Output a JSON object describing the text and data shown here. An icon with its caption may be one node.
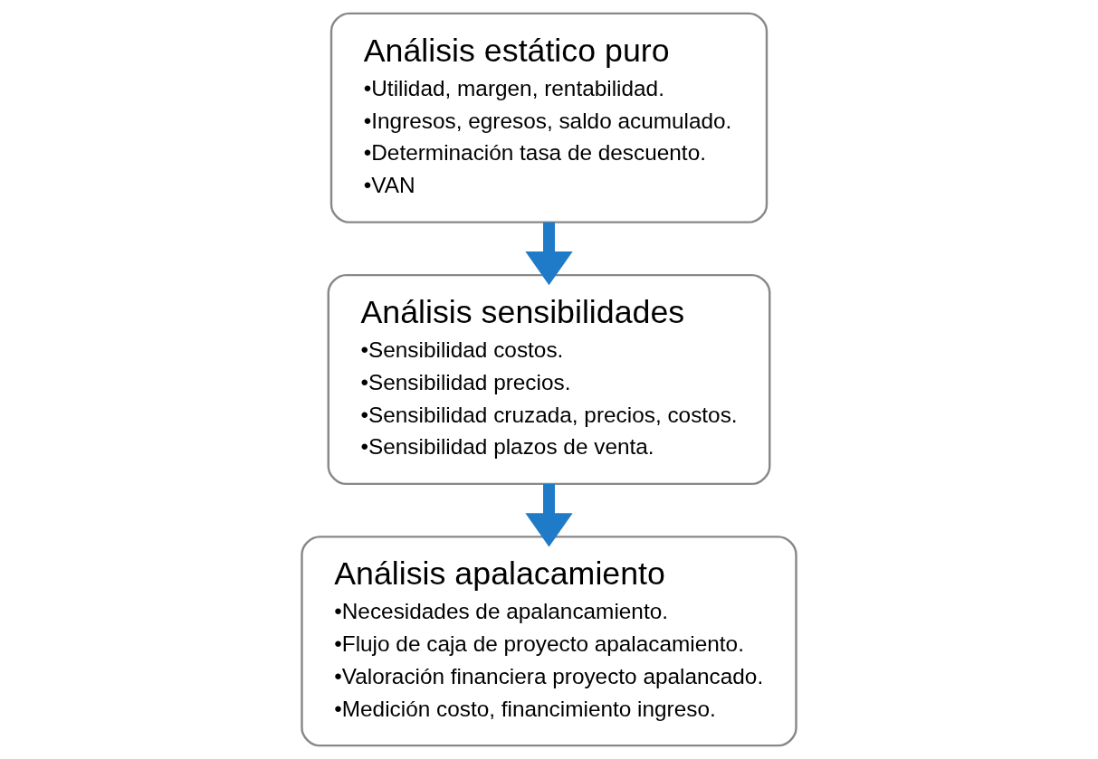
{
  "diagram": {
    "nodes": [
      {
        "text": [
          "Análisis estático puro",
          "•Utilidad, margen, rentabilidad.",
          "•Ingresos, egresos, saldo acumulado.",
          "•Determinación tasa de descuento.",
          "•VAN"
        ]
      },
      {
        "text": [
          "Análisis sensibilidades",
          "•Sensibilidad costos.",
          "•Sensibilidad precios.",
          "•Sensibilidad cruzada, precios, costos.",
          "•Sensibilidad plazos de venta."
        ]
      },
      {
        "text": [
          "Análisis apalacamiento",
          "•Necesidades de apalancamiento.",
          "•Flujo de caja de proyecto apalacamiento.",
          "•Valoración financiera proyecto apalancado.",
          "•Medición costo, financimiento ingreso."
        ]
      }
    ],
    "edges": [
      {
        "from": 0,
        "to": 1,
        "arrow": "to"
      },
      {
        "from": 1,
        "to": 2,
        "arrow": "to"
      }
    ]
  }
}
